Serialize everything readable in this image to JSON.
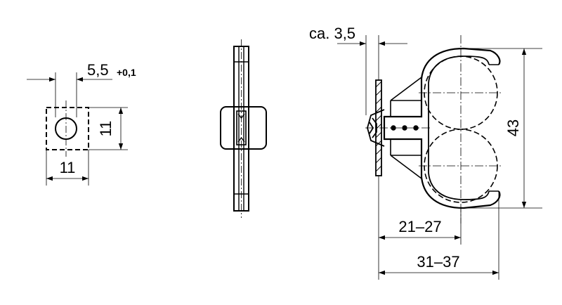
{
  "left_view": {
    "hole_dimension": "5,5",
    "hole_tolerance": "+0,1",
    "height_dimension": "11",
    "width_dimension": "11"
  },
  "right_view": {
    "thickness_dimension": "ca. 3,5",
    "height_dimension": "43",
    "inner_depth_dimension": "21–27",
    "overall_depth_dimension": "31–37"
  }
}
